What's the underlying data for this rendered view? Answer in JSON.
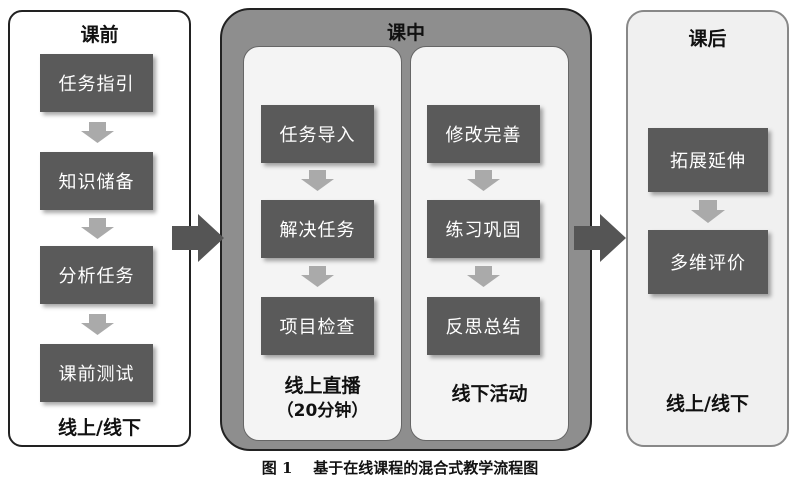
{
  "before": {
    "title": "课前",
    "steps": [
      "任务指引",
      "知识储备",
      "分析任务",
      "课前测试"
    ],
    "footer": "线上/线下"
  },
  "middle": {
    "title": "课中",
    "online": {
      "steps": [
        "任务导入",
        "解决任务",
        "项目检查"
      ],
      "footer_line1": "线上直播",
      "footer_line2": "（20分钟）"
    },
    "offline": {
      "steps": [
        "修改完善",
        "练习巩固",
        "反思总结"
      ],
      "footer": "线下活动"
    }
  },
  "after": {
    "title": "课后",
    "steps": [
      "拓展延伸",
      "多维评价"
    ],
    "footer": "线上/线下"
  },
  "caption": "图 1    基于在线课程的混合式教学流程图",
  "colors": {
    "step_box": "#5a5a5a",
    "middle_panel": "#8e8e8e",
    "arrow": "#aaaaaa",
    "big_arrow": "#555555"
  }
}
